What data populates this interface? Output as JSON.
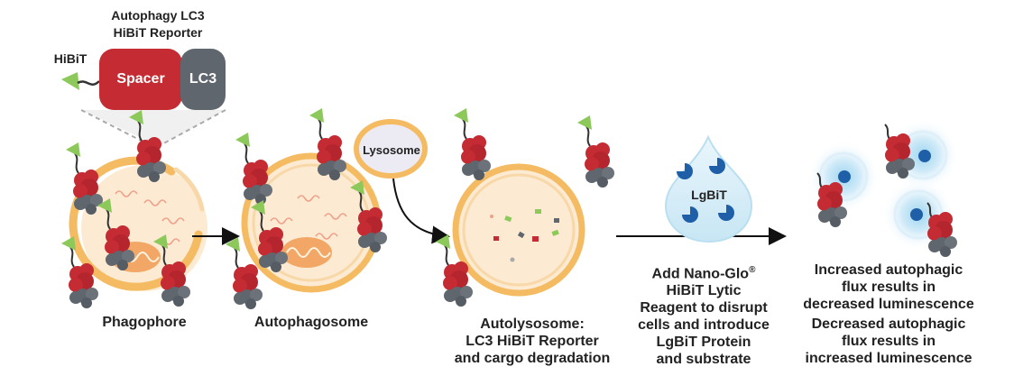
{
  "reporter": {
    "title_line1": "Autophagy LC3",
    "title_line2": "HiBiT Reporter",
    "hibit_label": "HiBiT",
    "spacer_label": "Spacer",
    "lc3_label": "LC3"
  },
  "lysosome_label": "Lysosome",
  "lgbit_label": "LgBiT",
  "stages": {
    "phagophore": "Phagophore",
    "autophagosome": "Autophagosome",
    "autolysosome": [
      "Autolysosome:",
      "LC3 HiBiT Reporter",
      "and cargo degradation"
    ]
  },
  "reagent_text": [
    "Add Nano-Glo",
    "HiBiT Lytic",
    "Reagent to disrupt",
    "cells and introduce",
    "LgBiT Protein",
    "and substrate"
  ],
  "registered_mark": "®",
  "result_increased": [
    "Increased autophagic",
    "flux results in",
    "decreased luminescence"
  ],
  "result_decreased": [
    "Decreased autophagic",
    "flux results in",
    "increased luminescence"
  ],
  "colors": {
    "spacer_red": "#c42b33",
    "lc3_gray": "#5f666d",
    "hibit_green": "#8cc95a",
    "membrane_orange": "#f5bb62",
    "cell_fill": "#fcebd2",
    "lgbit_blue": "#1f5fa8",
    "glow_blue": "#bfe3f5"
  }
}
